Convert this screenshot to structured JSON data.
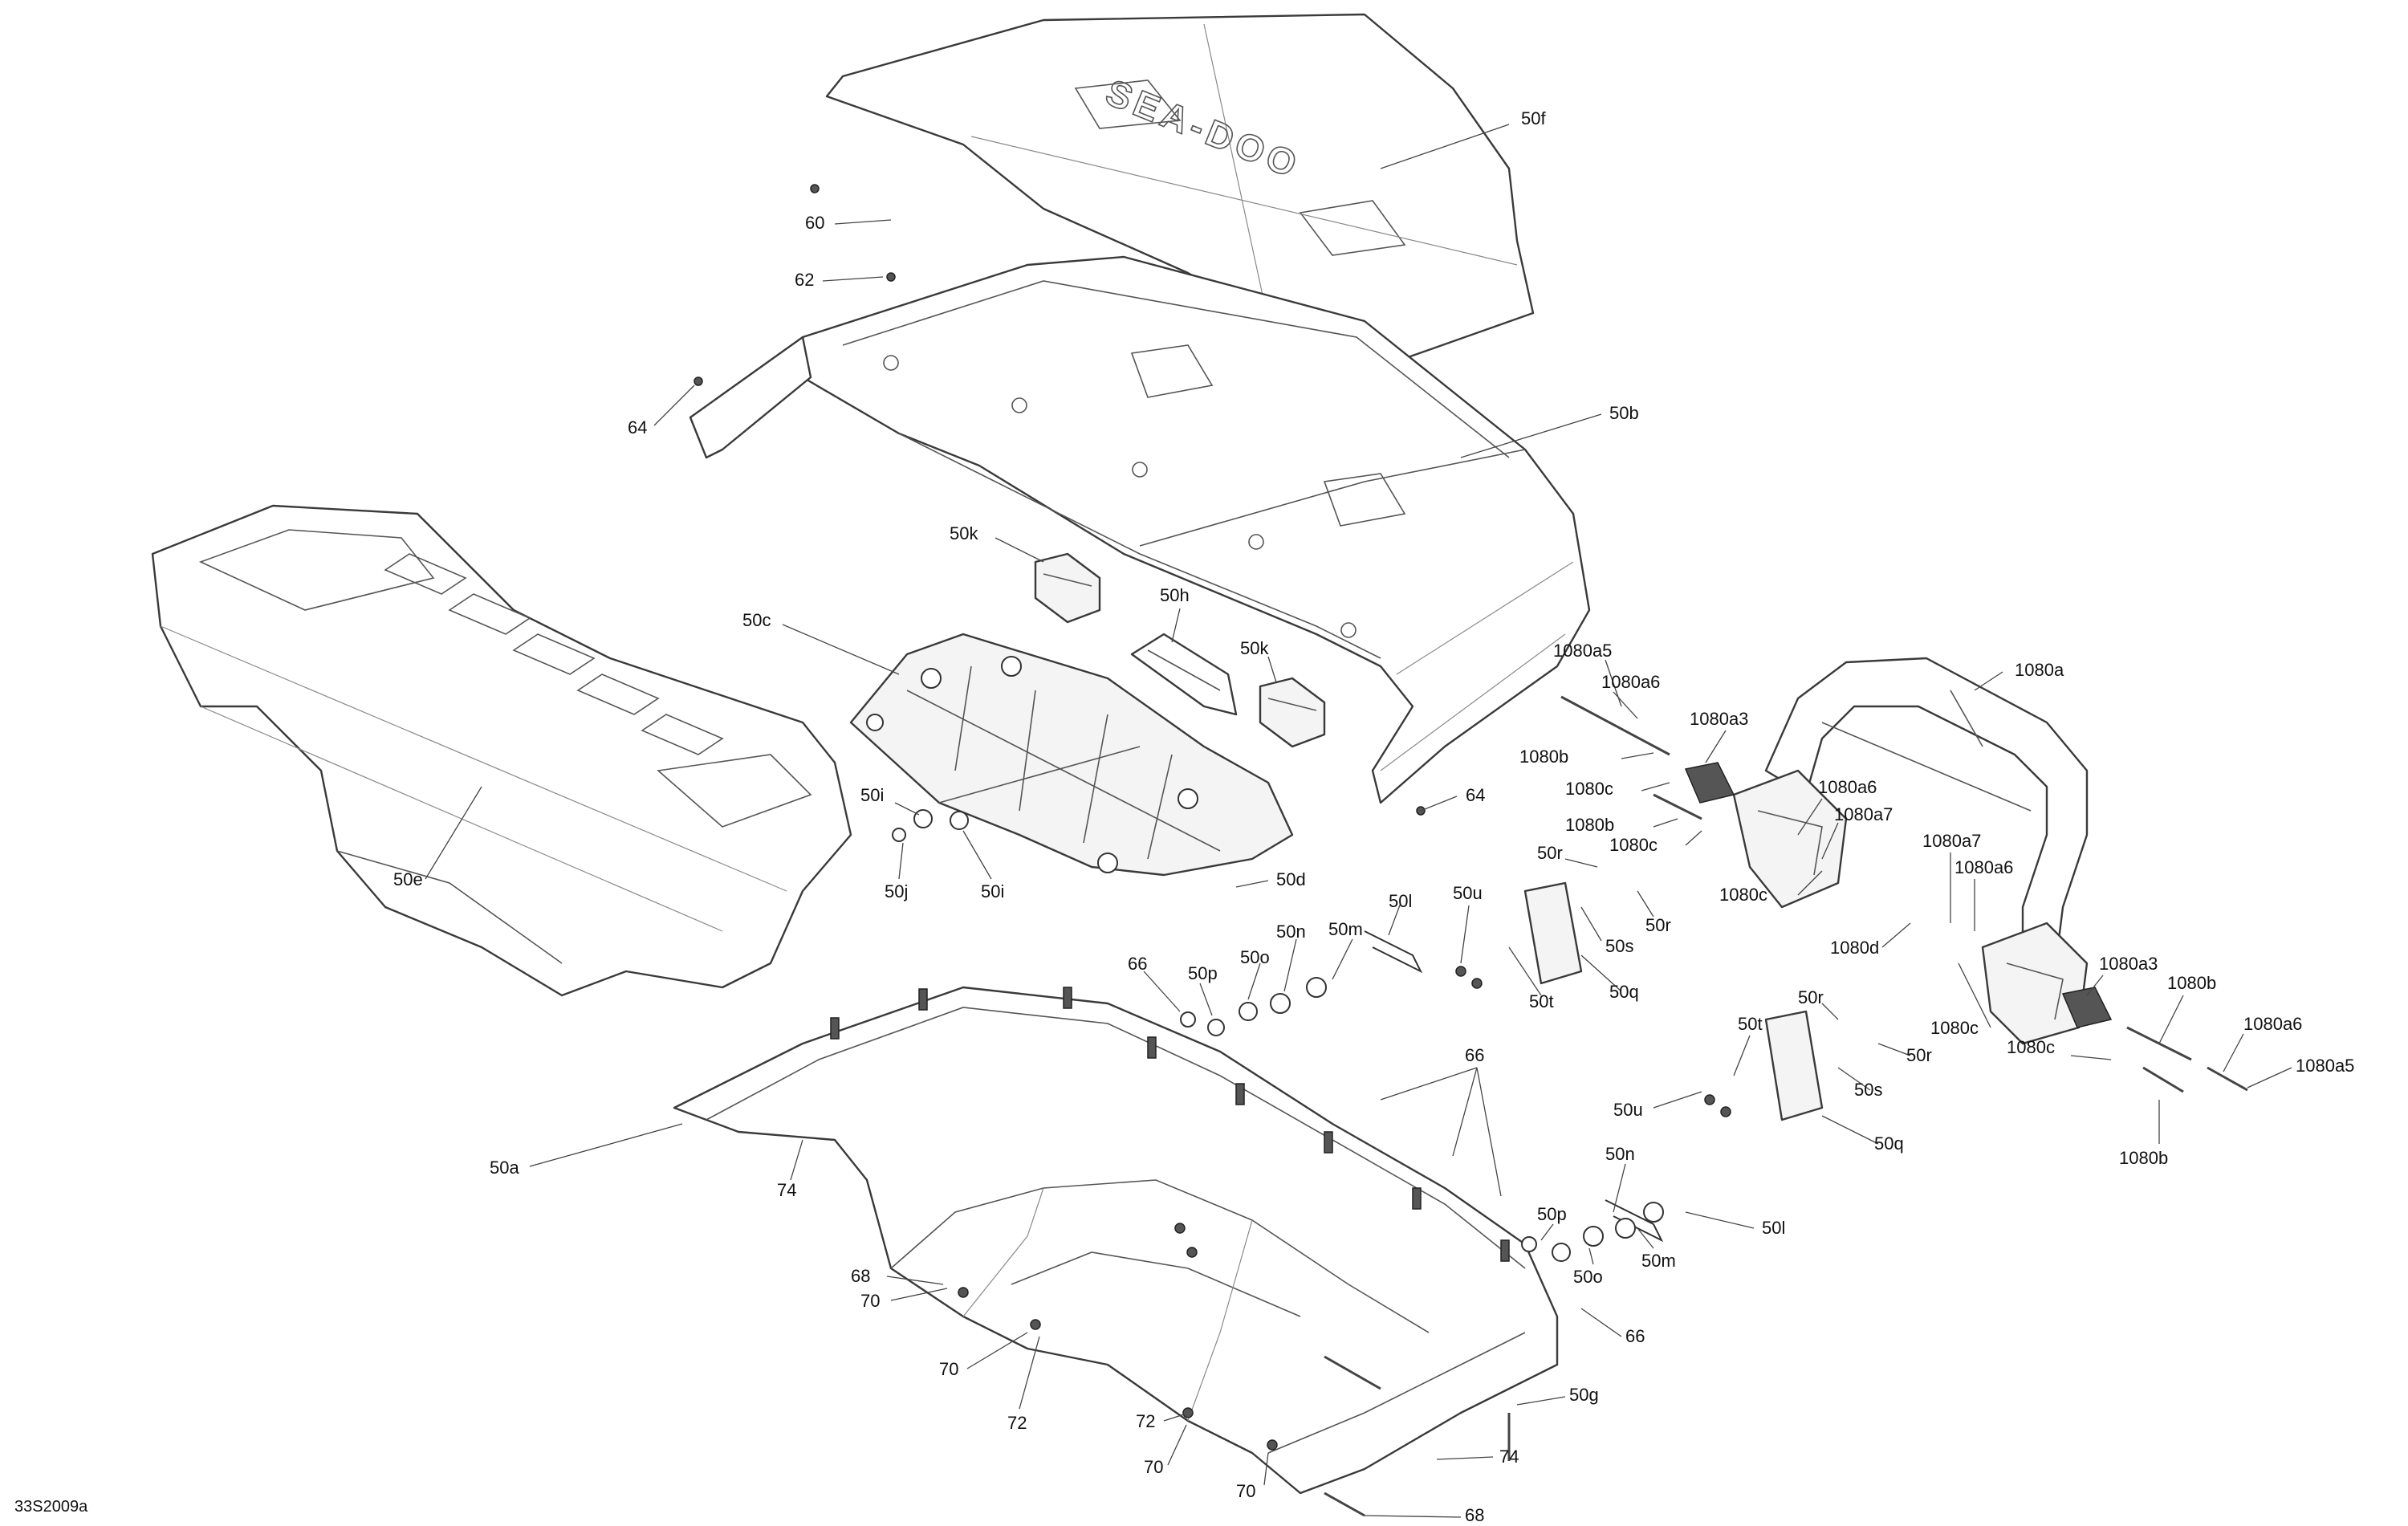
{
  "figure": {
    "reference": "33S2009a",
    "brand_mark": "SEA-DOO"
  },
  "callouts": [
    {
      "id": "c-50f",
      "label": "50f"
    },
    {
      "id": "c-60",
      "label": "60"
    },
    {
      "id": "c-62",
      "label": "62"
    },
    {
      "id": "c-64-top",
      "label": "64"
    },
    {
      "id": "c-50b",
      "label": "50b"
    },
    {
      "id": "c-50k-a",
      "label": "50k"
    },
    {
      "id": "c-50h",
      "label": "50h"
    },
    {
      "id": "c-50k-b",
      "label": "50k"
    },
    {
      "id": "c-50c",
      "label": "50c"
    },
    {
      "id": "c-50i-a",
      "label": "50i"
    },
    {
      "id": "c-50j",
      "label": "50j"
    },
    {
      "id": "c-50i-b",
      "label": "50i"
    },
    {
      "id": "c-50d",
      "label": "50d"
    },
    {
      "id": "c-50e",
      "label": "50e"
    },
    {
      "id": "c-64-mid",
      "label": "64"
    },
    {
      "id": "c-1080a5-a",
      "label": "1080a5"
    },
    {
      "id": "c-1080a6-a",
      "label": "1080a6"
    },
    {
      "id": "c-1080a3-a",
      "label": "1080a3"
    },
    {
      "id": "c-1080b-a",
      "label": "1080b"
    },
    {
      "id": "c-1080c-a",
      "label": "1080c"
    },
    {
      "id": "c-1080b-b",
      "label": "1080b"
    },
    {
      "id": "c-1080c-b",
      "label": "1080c"
    },
    {
      "id": "c-1080a",
      "label": "1080a"
    },
    {
      "id": "c-1080a6-b",
      "label": "1080a6"
    },
    {
      "id": "c-1080a7-a",
      "label": "1080a7"
    },
    {
      "id": "c-1080c-c",
      "label": "1080c"
    },
    {
      "id": "c-1080a7-b",
      "label": "1080a7"
    },
    {
      "id": "c-1080a6-c",
      "label": "1080a6"
    },
    {
      "id": "c-1080d",
      "label": "1080d"
    },
    {
      "id": "c-1080a3-b",
      "label": "1080a3"
    },
    {
      "id": "c-1080c-d",
      "label": "1080c"
    },
    {
      "id": "c-1080b-c",
      "label": "1080b"
    },
    {
      "id": "c-1080a6-d",
      "label": "1080a6"
    },
    {
      "id": "c-1080c-e",
      "label": "1080c"
    },
    {
      "id": "c-1080a5-b",
      "label": "1080a5"
    },
    {
      "id": "c-1080b-d",
      "label": "1080b"
    },
    {
      "id": "c-50r-a",
      "label": "50r"
    },
    {
      "id": "c-50s-a",
      "label": "50s"
    },
    {
      "id": "c-50r-b",
      "label": "50r"
    },
    {
      "id": "c-50u-a",
      "label": "50u"
    },
    {
      "id": "c-50t-a",
      "label": "50t"
    },
    {
      "id": "c-50q-a",
      "label": "50q"
    },
    {
      "id": "c-50l-a",
      "label": "50l"
    },
    {
      "id": "c-50m-a",
      "label": "50m"
    },
    {
      "id": "c-50n-a",
      "label": "50n"
    },
    {
      "id": "c-50o-a",
      "label": "50o"
    },
    {
      "id": "c-50p-a",
      "label": "50p"
    },
    {
      "id": "c-66-a",
      "label": "66"
    },
    {
      "id": "c-50r-c",
      "label": "50r"
    },
    {
      "id": "c-50t-b",
      "label": "50t"
    },
    {
      "id": "c-50r-d",
      "label": "50r"
    },
    {
      "id": "c-50s-b",
      "label": "50s"
    },
    {
      "id": "c-50u-b",
      "label": "50u"
    },
    {
      "id": "c-50q-b",
      "label": "50q"
    },
    {
      "id": "c-66-b",
      "label": "66"
    },
    {
      "id": "c-50a",
      "label": "50a"
    },
    {
      "id": "c-74-a",
      "label": "74"
    },
    {
      "id": "c-50p-b",
      "label": "50p"
    },
    {
      "id": "c-50n-b",
      "label": "50n"
    },
    {
      "id": "c-50l-b",
      "label": "50l"
    },
    {
      "id": "c-50o-b",
      "label": "50o"
    },
    {
      "id": "c-50m-b",
      "label": "50m"
    },
    {
      "id": "c-66-c",
      "label": "66"
    },
    {
      "id": "c-68-a",
      "label": "68"
    },
    {
      "id": "c-70-a",
      "label": "70"
    },
    {
      "id": "c-70-b",
      "label": "70"
    },
    {
      "id": "c-72-a",
      "label": "72"
    },
    {
      "id": "c-72-b",
      "label": "72"
    },
    {
      "id": "c-70-c",
      "label": "70"
    },
    {
      "id": "c-50g",
      "label": "50g"
    },
    {
      "id": "c-70-d",
      "label": "70"
    },
    {
      "id": "c-74-b",
      "label": "74"
    },
    {
      "id": "c-68-b",
      "label": "68"
    }
  ]
}
